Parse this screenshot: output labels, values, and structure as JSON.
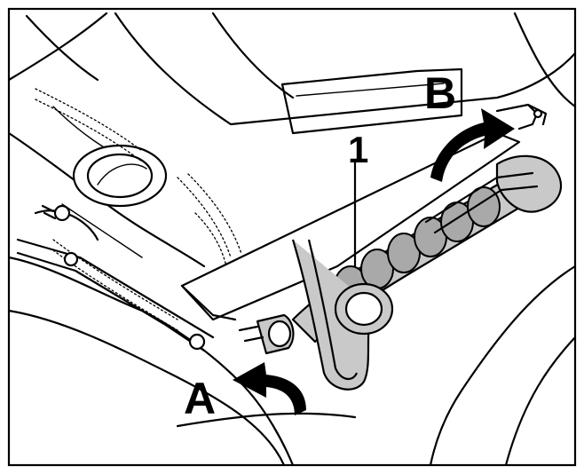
{
  "labels": {
    "callout_1": "1",
    "arrow_a": "A",
    "arrow_b": "B"
  },
  "colors": {
    "ink": "#000000",
    "background": "#ffffff",
    "part_fill": "#c9c9c9",
    "part_shadow": "#a9a9a9"
  },
  "icons": {
    "arrow_a": "curved-arrow-left-icon",
    "arrow_b": "curved-arrow-right-icon"
  }
}
